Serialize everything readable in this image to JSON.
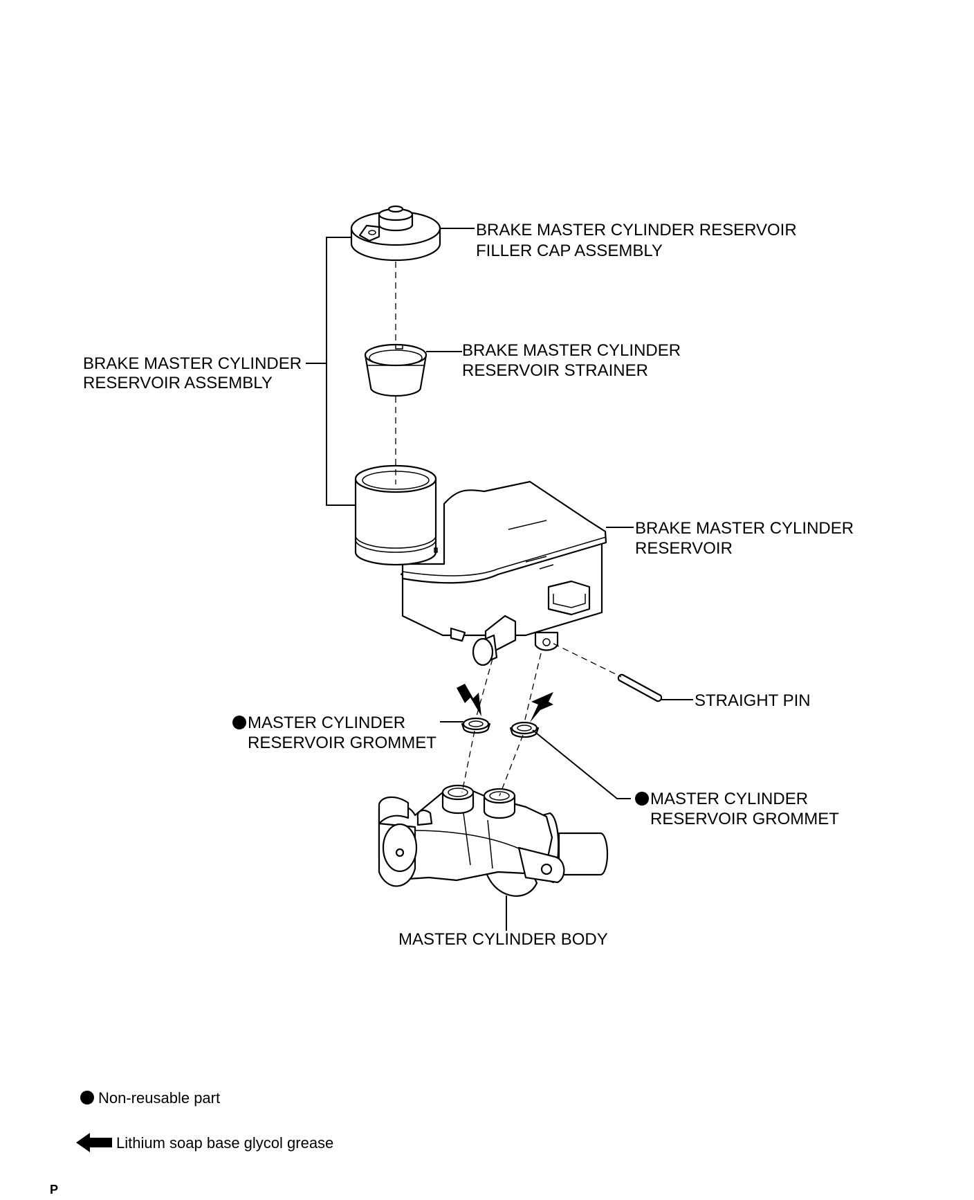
{
  "labels": {
    "filler_cap_1": "BRAKE MASTER CYLINDER RESERVOIR",
    "filler_cap_2": "FILLER CAP ASSEMBLY",
    "reservoir_assembly_1": "BRAKE MASTER CYLINDER",
    "reservoir_assembly_2": "RESERVOIR ASSEMBLY",
    "strainer_1": "BRAKE MASTER CYLINDER",
    "strainer_2": "RESERVOIR STRAINER",
    "reservoir_1": "BRAKE MASTER CYLINDER",
    "reservoir_2": "RESERVOIR",
    "straight_pin": "STRAIGHT PIN",
    "grommet_left_1": "MASTER CYLINDER",
    "grommet_left_2": "RESERVOIR GROMMET",
    "grommet_right_1": "MASTER CYLINDER",
    "grommet_right_2": "RESERVOIR GROMMET",
    "master_cylinder_body": "MASTER CYLINDER BODY"
  },
  "legend": {
    "non_reusable": "Non-reusable part",
    "grease": "Lithium soap base glycol grease"
  },
  "page_mark": "P",
  "icons": {
    "non_reusable": "filled-circle-icon",
    "grease": "arrow-left-icon"
  }
}
